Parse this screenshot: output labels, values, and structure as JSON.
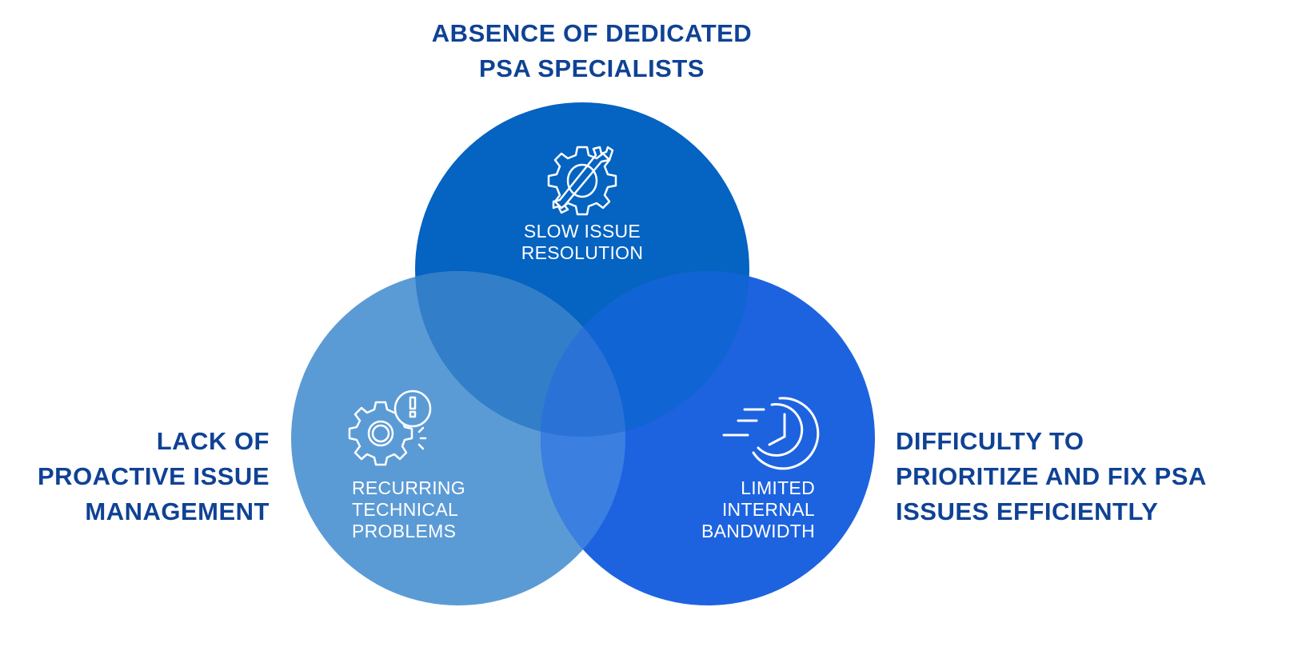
{
  "colors": {
    "heading": "#0f4294",
    "top_circle": "#0563c1",
    "left_circle": "#5b9bd5",
    "right_circle": "#1d63e0",
    "overlap_top_left": "#337ec8",
    "overlap_top_right": "#1164d3",
    "overlap_left_right": "#3b7fe0",
    "overlap_center": "#2b72d6"
  },
  "headings": {
    "top": [
      "ABSENCE OF DEDICATED",
      "PSA SPECIALISTS"
    ],
    "left": [
      "LACK OF",
      "PROACTIVE ISSUE",
      "MANAGEMENT"
    ],
    "right": [
      "DIFFICULTY TO",
      "PRIORITIZE AND FIX PSA",
      "ISSUES EFFICIENTLY"
    ]
  },
  "circles": {
    "top": {
      "label": [
        "SLOW ISSUE",
        "RESOLUTION"
      ],
      "icon": "gear-wrench-icon"
    },
    "left": {
      "label": [
        "RECURRING",
        "TECHNICAL",
        "PROBLEMS"
      ],
      "icon": "gear-alert-icon"
    },
    "right": {
      "label": [
        "LIMITED",
        "INTERNAL",
        "BANDWIDTH"
      ],
      "icon": "fast-clock-icon"
    }
  }
}
